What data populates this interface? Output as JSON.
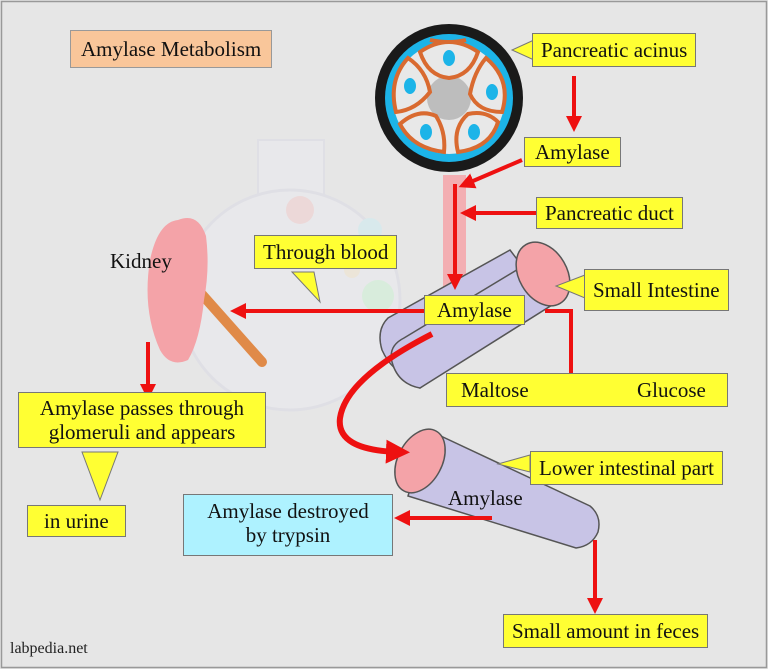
{
  "title": "Amylase Metabolism",
  "labels": {
    "pancreatic_acinus": "Pancreatic acinus",
    "amylase_top": "Amylase",
    "pancreatic_duct": "Pancreatic duct",
    "kidney": "Kidney",
    "through_blood": "Through blood",
    "amylase_center": "Amylase",
    "small_intestine": "Small Intestine",
    "maltose": "Maltose",
    "glucose": "Glucose",
    "glomeruli_line1": "Amylase passes through",
    "glomeruli_line2": "glomeruli and appears",
    "in_urine": "in urine",
    "lower_intestinal": "Lower intestinal part",
    "amylase_lower": "Amylase",
    "destroyed_line1": "Amylase destroyed",
    "destroyed_line2": "by trypsin",
    "feces": "Small amount in feces"
  },
  "footer": "labpedia.net",
  "colors": {
    "background": "#e6e6e6",
    "label_yellow": "#ffff33",
    "title_orange": "#f9c69a",
    "cyan_box": "#aef2ff",
    "arrow_red": "#ee1111",
    "intestine": "#c8c4e6",
    "pink": "#f4a3a8",
    "acinus_cell": "#d96a30",
    "acinus_ring": "#1cb4e8"
  }
}
